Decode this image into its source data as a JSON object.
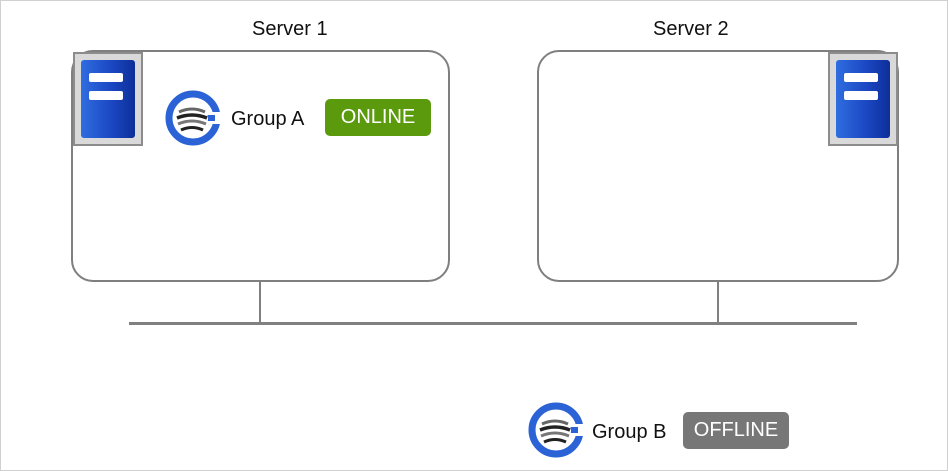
{
  "servers": [
    {
      "label": "Server 1"
    },
    {
      "label": "Server 2"
    }
  ],
  "groups": [
    {
      "label": "Group A",
      "status": "ONLINE",
      "status_color": "#5b9a0c"
    },
    {
      "label": "Group B",
      "status": "OFFLINE",
      "status_color": "#777777"
    }
  ],
  "icons": {
    "server": "server-icon",
    "group": "cluster-group-icon"
  },
  "colors": {
    "server_blue": "#1f4fd0",
    "box_border": "#7f7f7f",
    "network_line": "#808080"
  }
}
